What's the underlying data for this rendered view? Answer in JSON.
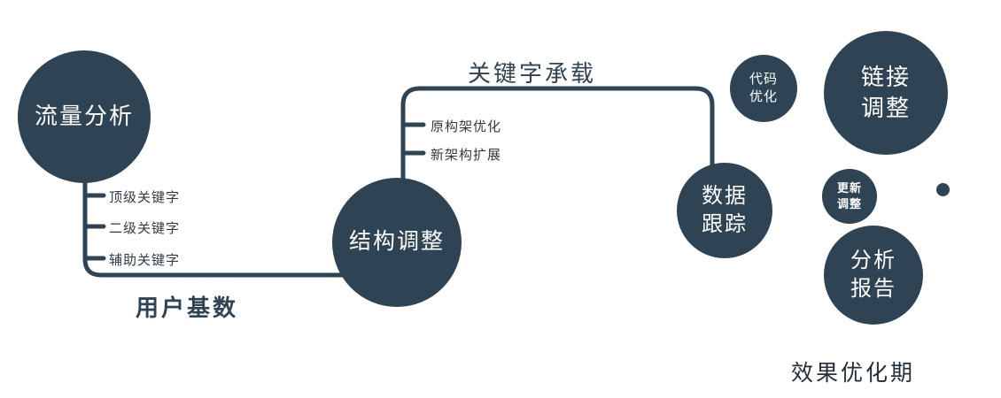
{
  "diagram": {
    "nodes": {
      "traffic_analysis": {
        "label": "流量分析"
      },
      "structure_adjust": {
        "label": "结构调整"
      },
      "data_tracking": {
        "lines": [
          "数据",
          "跟踪"
        ]
      },
      "code_optimization": {
        "lines": [
          "代码",
          "优化"
        ]
      },
      "link_adjustment": {
        "lines": [
          "链接",
          "调整"
        ]
      },
      "update_adjustment": {
        "lines": [
          "更新",
          "调整"
        ]
      },
      "analysis_report": {
        "lines": [
          "分析",
          "报告"
        ]
      }
    },
    "traffic_branches": [
      "顶级关键字",
      "二级关键字",
      "辅助关键字"
    ],
    "structure_branches": [
      "原构架优化",
      "新架构扩展"
    ],
    "edge_labels": {
      "user_base": "用户基数",
      "keyword_load": "关键字承载"
    },
    "footer_label": "效果优化期",
    "colors": {
      "node_fill": "#2e4454",
      "node_text": "#ffffff",
      "line": "#2e4454",
      "edge_label_text": "#2e4454",
      "branch_label_text": "#2f3b46",
      "footer_text": "#232f3b",
      "background": "#ffffff"
    }
  }
}
